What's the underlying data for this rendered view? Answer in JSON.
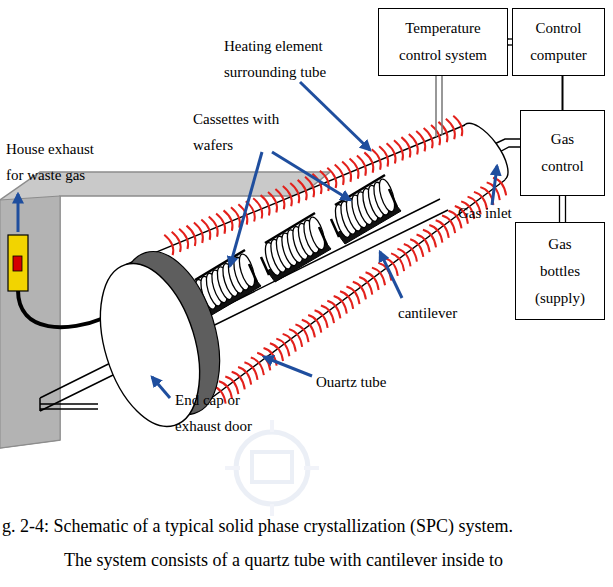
{
  "diagram": {
    "caption": "g. 2-4: Schematic of a typical solid phase crystallization (SPC) system.",
    "nodes": [
      {
        "text": [
          "Temperature control system"
        ]
      },
      {
        "text": [
          "Control computer"
        ]
      },
      {
        "text": [
          "Gas control"
        ]
      },
      {
        "text": [
          "Gas bottles (supply)"
        ]
      }
    ],
    "edges": [
      {
        "from": 0,
        "to": 1,
        "arrow": "none"
      },
      {
        "from": 1,
        "to": 2,
        "arrow": "none"
      },
      {
        "from": 2,
        "to": 3,
        "arrow": "none"
      }
    ],
    "labels": [
      "Heating element surrounding tube",
      "Cassettes with wafers",
      "House exhaust for waste gas",
      "Gas inlet",
      "cantilever",
      "Ouartz tube",
      "End cap or exhaust door",
      "The system consists of a quartz tube with cantilever inside to"
    ]
  }
}
